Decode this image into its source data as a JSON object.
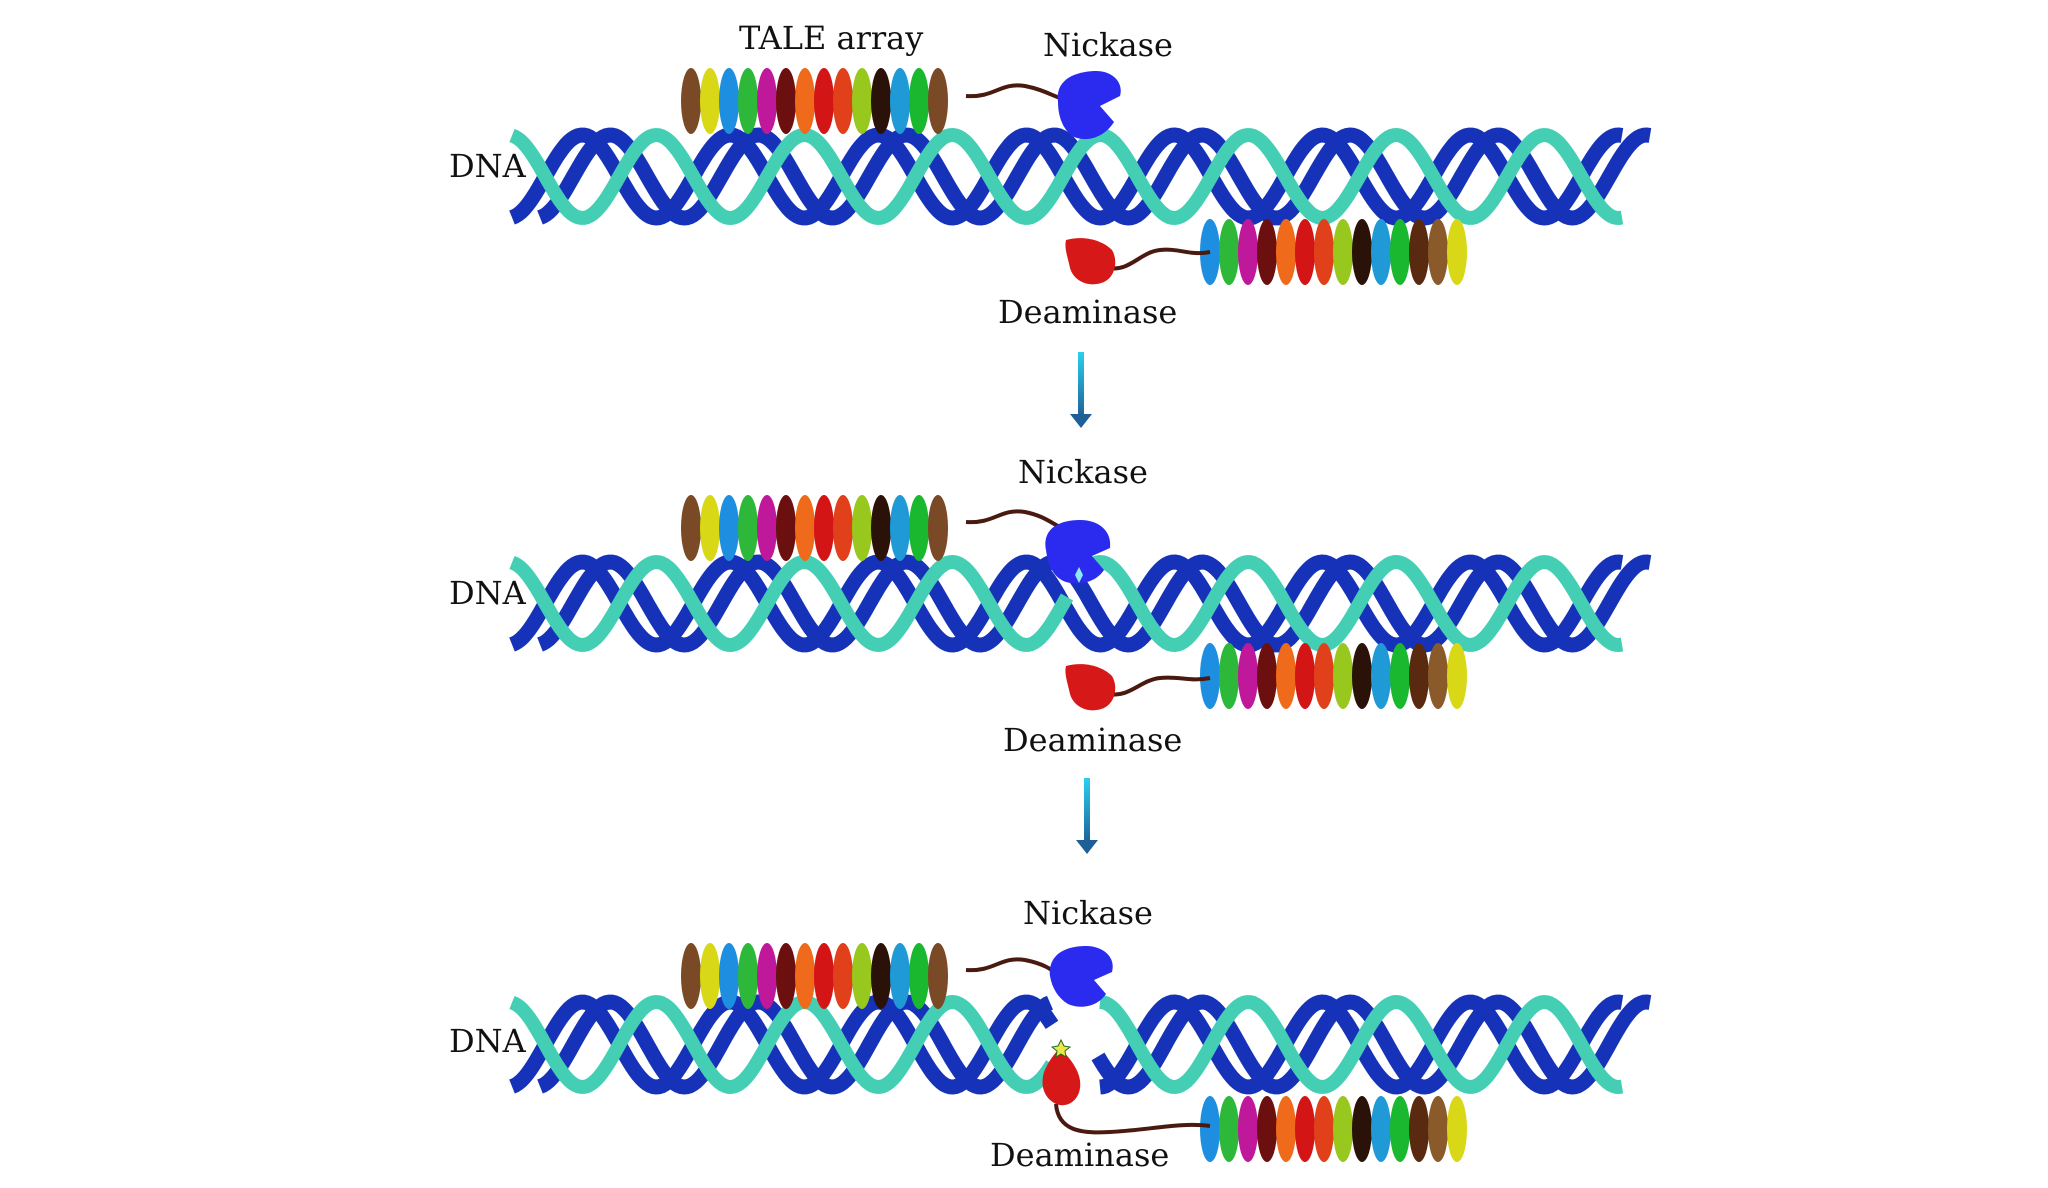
{
  "panels": [
    {
      "dna_label": "DNA",
      "tale_label": "TALE array",
      "nickase_label": "Nickase",
      "deaminase_label": "Deaminase",
      "state": "bound"
    },
    {
      "dna_label": "DNA",
      "tale_label": "",
      "nickase_label": "Nickase",
      "deaminase_label": "Deaminase",
      "state": "nicking"
    },
    {
      "dna_label": "DNA",
      "tale_label": "",
      "nickase_label": "Nickase",
      "deaminase_label": "Deaminase",
      "state": "deaminating"
    }
  ],
  "tale_repeat_colors_top": [
    "#7a4a26",
    "#d8d817",
    "#1e8fe0",
    "#2db83a",
    "#c0189b",
    "#6b0f0f",
    "#ef6a1a",
    "#d31515",
    "#e0411a",
    "#98c81d",
    "#2a1208",
    "#1f9ad6",
    "#1ab82e",
    "#7a4a26"
  ],
  "tale_repeat_colors_bottom": [
    "#1e8fe0",
    "#2db83a",
    "#c0189b",
    "#6b0f0f",
    "#ef6a1a",
    "#d31515",
    "#e0411a",
    "#98c81d",
    "#2a1208",
    "#1f9ad6",
    "#1ab82e",
    "#5a2a10",
    "#8a5a2a",
    "#d8d817"
  ],
  "colors": {
    "strand_dark": "#1632b8",
    "strand_light": "#44cfb5",
    "nickase": "#2b2bf0",
    "deaminase": "#d61818",
    "linker": "#4a1a10",
    "arrow": "#1d6ba0",
    "arrow_light": "#2ad0ef",
    "spark": "#e8e84a"
  },
  "icons": {
    "nickase": "pacman-blob-icon",
    "deaminase": "teardrop-blob-icon",
    "arrow": "down-arrow-icon",
    "nick_site": "star-spark-icon"
  }
}
